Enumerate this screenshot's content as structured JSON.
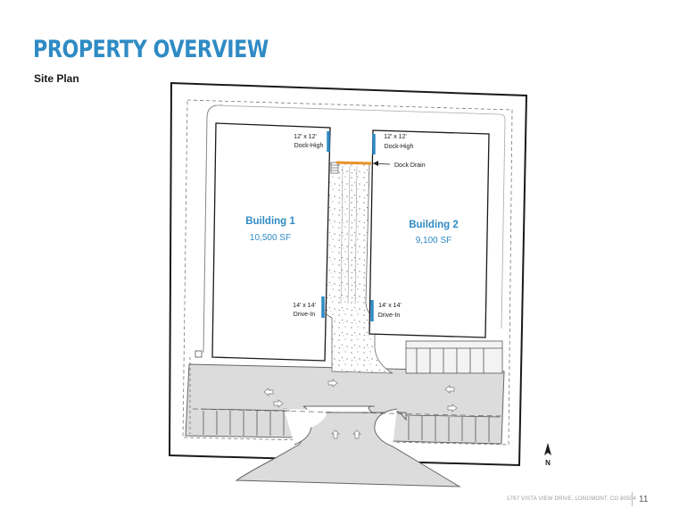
{
  "header": {
    "title": "PROPERTY OVERVIEW",
    "subtitle": "Site Plan"
  },
  "plan": {
    "buildings": [
      {
        "name": "Building 1",
        "area": "10,500 SF"
      },
      {
        "name": "Building 2",
        "area": "9,100 SF"
      }
    ],
    "doors": {
      "b1_dock_size": "12' x 12'",
      "b1_dock_type": "Dock-High",
      "b2_dock_size": "12' x 12'",
      "b2_dock_type": "Dock-High",
      "b1_drive_size": "14' x 14'",
      "b1_drive_type": "Drive-In",
      "b2_drive_size": "14' x 14'",
      "b2_drive_type": "Drive-In"
    },
    "dock_drain": "Dock Drain",
    "north": "N",
    "colors": {
      "accent": "#2f8bc4",
      "door": "#2f8bc4",
      "drain": "#e8922a",
      "paving": "#dcdcdc"
    }
  },
  "footer": {
    "address": "1767 VISTA VIEW DRIVE, LONGMONT, CO 80504",
    "page": "11"
  }
}
